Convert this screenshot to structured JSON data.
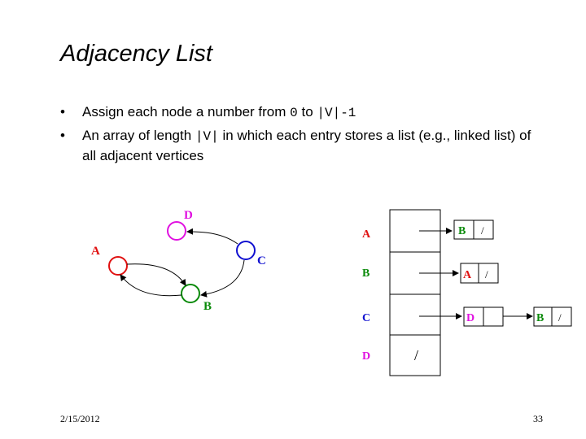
{
  "title": "Adjacency List",
  "bullets": [
    {
      "text_before": "Assign each node a number from ",
      "code1": "0",
      "text_mid": " to ",
      "code2": "|V|-1",
      "text_after": ""
    },
    {
      "text_before": "An array of length ",
      "code1": "|V|",
      "text_mid": " in which each entry stores a list (e.g., linked list) of all adjacent vertices"
    }
  ],
  "graph": {
    "nodes": [
      {
        "label": "A",
        "color": "#e01010"
      },
      {
        "label": "B",
        "color": "#0a8a0a"
      },
      {
        "label": "C",
        "color": "#1010d0"
      },
      {
        "label": "D",
        "color": "#e010e0"
      }
    ]
  },
  "array": {
    "rows": [
      {
        "label": "A",
        "color": "#e01010"
      },
      {
        "label": "B",
        "color": "#0a8a0a"
      },
      {
        "label": "C",
        "color": "#1010d0"
      },
      {
        "label": "D",
        "color": "#e010e0",
        "null_mark": "/"
      }
    ]
  },
  "lists": {
    "A": [
      {
        "label": "B",
        "color": "#0a8a0a",
        "next": "/"
      }
    ],
    "B": [
      {
        "label": "A",
        "color": "#e01010",
        "next": "/"
      }
    ],
    "C": [
      {
        "label": "D",
        "color": "#e010e0",
        "next": ""
      },
      {
        "label": "B",
        "color": "#0a8a0a",
        "next": "/"
      }
    ]
  },
  "footer": {
    "date": "2/15/2012",
    "page": "33"
  }
}
